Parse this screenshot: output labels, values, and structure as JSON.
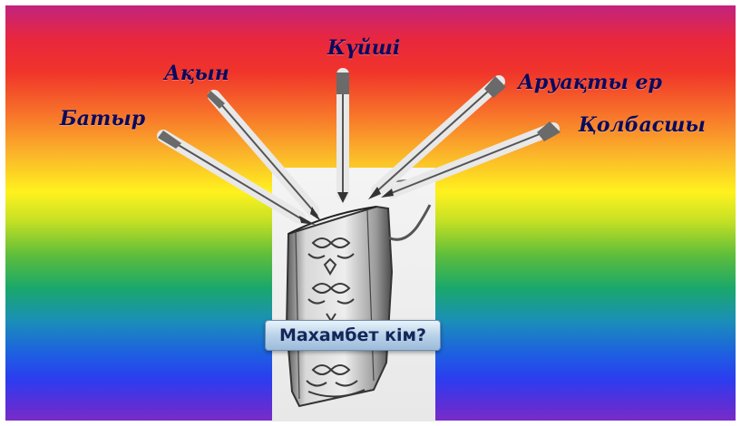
{
  "slide": {
    "labels": {
      "batyr": "Батыр",
      "akyn": "Ақын",
      "kuishi": "Күйші",
      "aruakty": "Аруақты ер",
      "kolbasshy": "Қолбасшы"
    },
    "question_button": "Махамбет кім?"
  },
  "colors": {
    "label_text": "#0a0a5e",
    "button_text": "#14275a"
  }
}
